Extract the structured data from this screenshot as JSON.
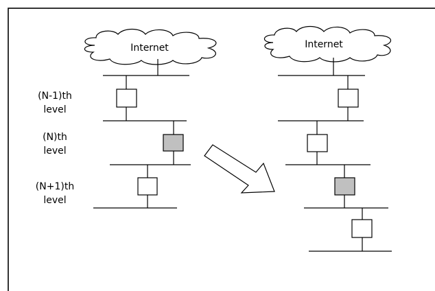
{
  "clouds": {
    "left_label": "Internet",
    "right_label": "Internet"
  },
  "levels": [
    {
      "line1": "(N-1)th",
      "line2": "level"
    },
    {
      "line1": "(N)th",
      "line2": "level"
    },
    {
      "line1": "(N+1)th",
      "line2": "level"
    }
  ],
  "colors": {
    "node": "#ffffff",
    "highlighted_node": "#c0c0c0",
    "stroke": "#000000"
  }
}
